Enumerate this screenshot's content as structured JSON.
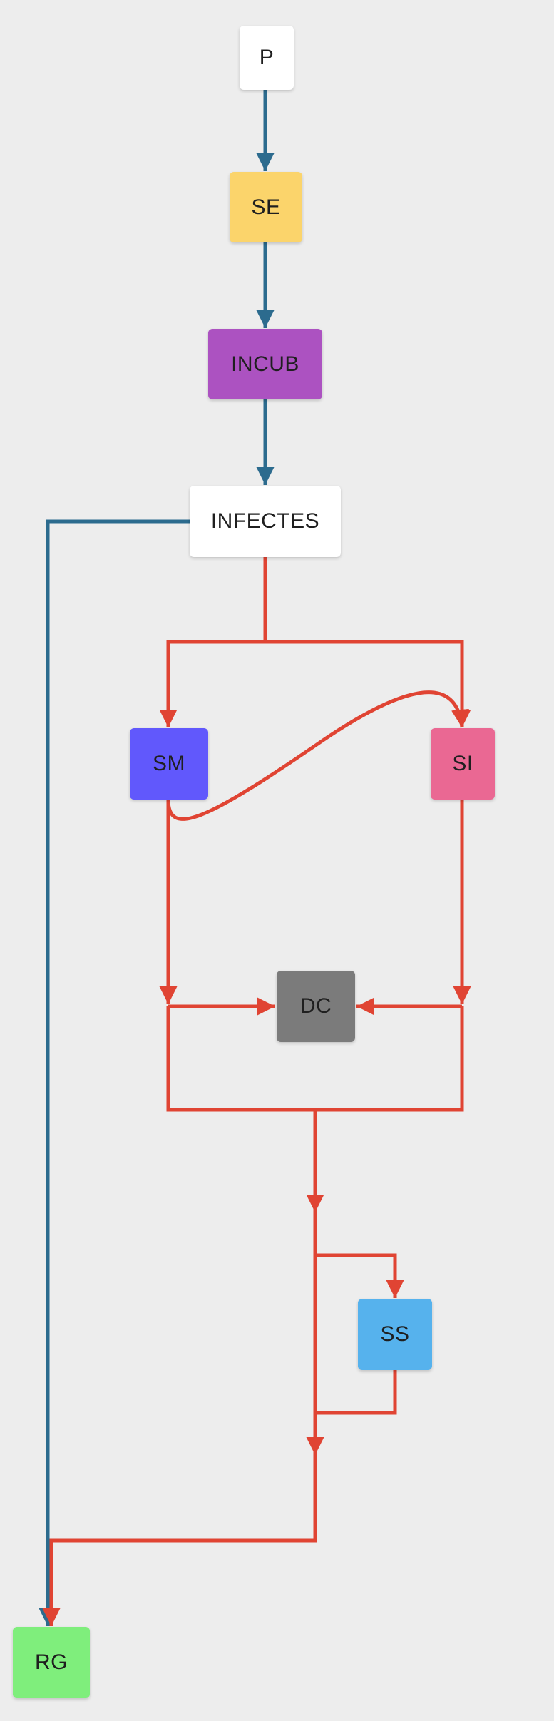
{
  "colors": {
    "background": "#ededed",
    "main_flow": "#2c6b8e",
    "branch_flow": "#e04433"
  },
  "nodes": {
    "p": {
      "label": "P",
      "color": "#ffffff"
    },
    "se": {
      "label": "SE",
      "color": "#fbd46b"
    },
    "incub": {
      "label": "INCUB",
      "color": "#ac52c1"
    },
    "infectes": {
      "label": "INFECTES",
      "color": "#ffffff"
    },
    "sm": {
      "label": "SM",
      "color": "#6158fc"
    },
    "si": {
      "label": "SI",
      "color": "#ea6893"
    },
    "dc": {
      "label": "DC",
      "color": "#7b7b7b"
    },
    "ss": {
      "label": "SS",
      "color": "#56b2ed"
    },
    "rg": {
      "label": "RG",
      "color": "#7fee7c"
    }
  }
}
